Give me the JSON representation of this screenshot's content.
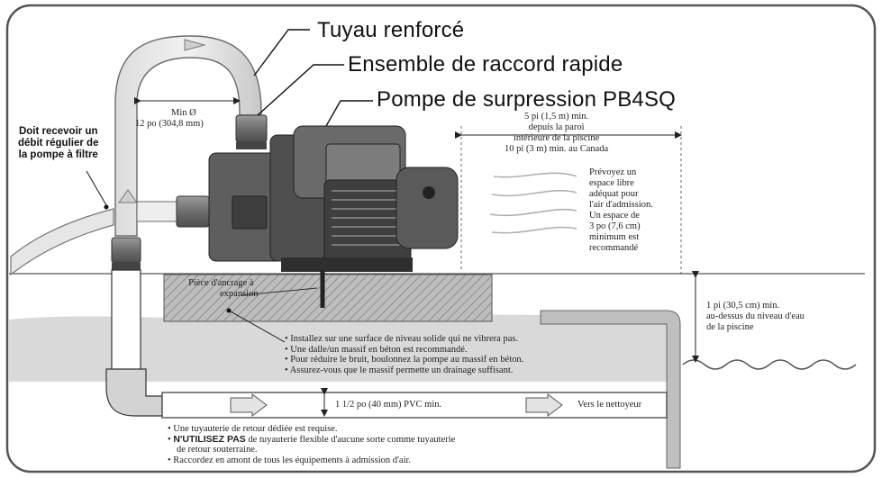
{
  "callouts": {
    "hose": "Tuyau renforcé",
    "fitting": "Ensemble de raccord rapide",
    "pump": "Pompe de surpression PB4SQ"
  },
  "side_note": {
    "line1": "Doit recevoir un",
    "line2": "débit régulier de",
    "line3": "la pompe à filtre"
  },
  "min_diameter": {
    "line1": "Min Ø",
    "line2": "12 po (304,8 mm)"
  },
  "distance": {
    "line1": "5 pi (1,5 m) min.",
    "line2": "depuis la paroi",
    "line3": "intérieure de la piscine",
    "line4": "10 pi (3 m) min. au Canada"
  },
  "air_space": {
    "line1": "Prévoyez un",
    "line2": "espace libre",
    "line3": "adéquat pour",
    "line4": "l'air d'admission.",
    "line5": "Un espace de",
    "line6": "3 po (7,6 cm)",
    "line7": "minimum est",
    "line8": "recommandé"
  },
  "anchor": {
    "line1": "Pièce d'ancrage à",
    "line2": "expansion"
  },
  "height": {
    "line1": "1 pi (30,5 cm) min.",
    "line2": "au-dessus du niveau d'eau",
    "line3": "de la piscine"
  },
  "pad_notes": {
    "line1": "• Installez sur une surface de niveau solide qui ne vibrera pas.",
    "line2": "• Une dalle/un massif en béton est recommandé.",
    "line3": "• Pour réduire le bruit, boulonnez la pompe au massif en béton.",
    "line4": "• Assurez-vous que le massif permette un drainage suffisant."
  },
  "pipe": {
    "size": "1 1/2 po (40 mm) PVC min.",
    "to_cleaner": "Vers le nettoyeur"
  },
  "return_notes": {
    "line1": "• Une tuyauterie de retour dédiée est requise.",
    "line2_bold": "N'UTILISEZ PAS",
    "line2_rest": " de tuyauterie flexible d'aucune sorte comme tuyauterie",
    "line3": "de retour souterraine.",
    "line4": "• Raccordez en amont de tous les équipements à admission d'air."
  }
}
